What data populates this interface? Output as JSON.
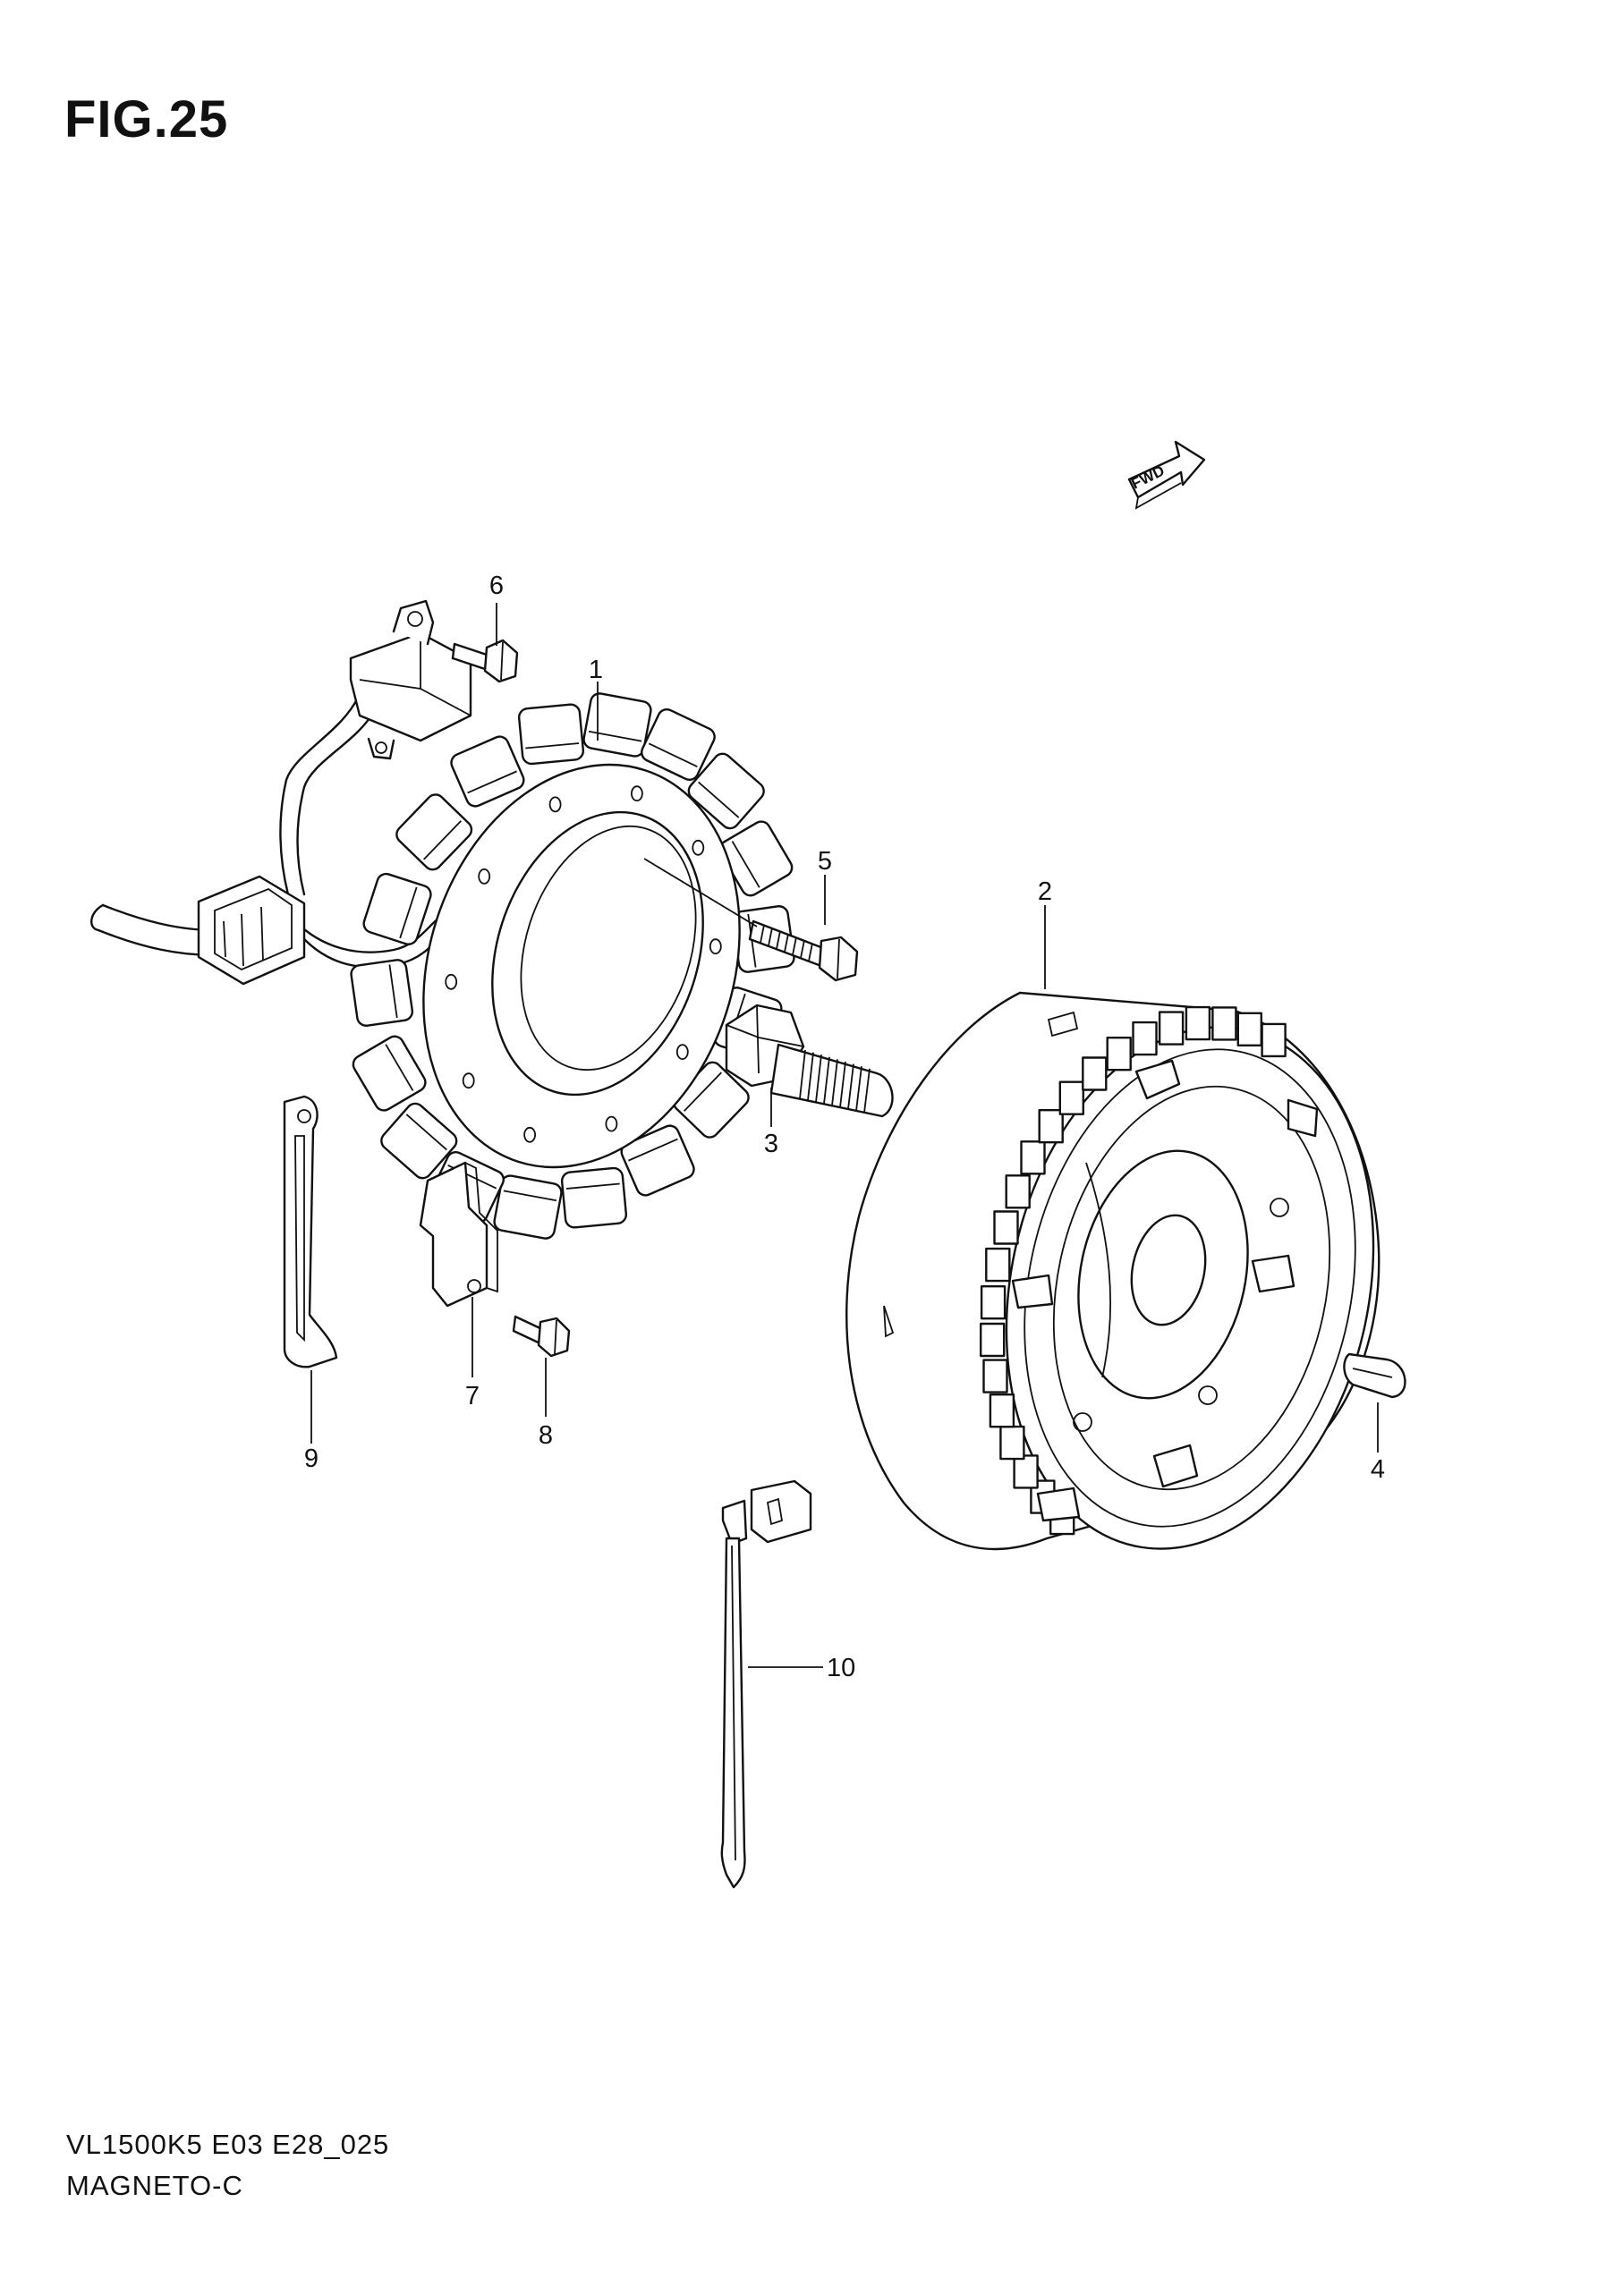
{
  "figure": {
    "title": "FIG.25",
    "model_code": "VL1500K5 E03 E28_025",
    "section_name": "MAGNETO-C",
    "direction_badge": "FWD"
  },
  "callouts": [
    {
      "id": "1",
      "part": "stator"
    },
    {
      "id": "2",
      "part": "rotor"
    },
    {
      "id": "3",
      "part": "rotor-bolt"
    },
    {
      "id": "4",
      "part": "key"
    },
    {
      "id": "5",
      "part": "stator-bolt"
    },
    {
      "id": "6",
      "part": "clamp-bolt"
    },
    {
      "id": "7",
      "part": "bracket"
    },
    {
      "id": "8",
      "part": "bracket-bolt"
    },
    {
      "id": "9",
      "part": "clamp-band"
    },
    {
      "id": "10",
      "part": "cable-tie"
    }
  ]
}
